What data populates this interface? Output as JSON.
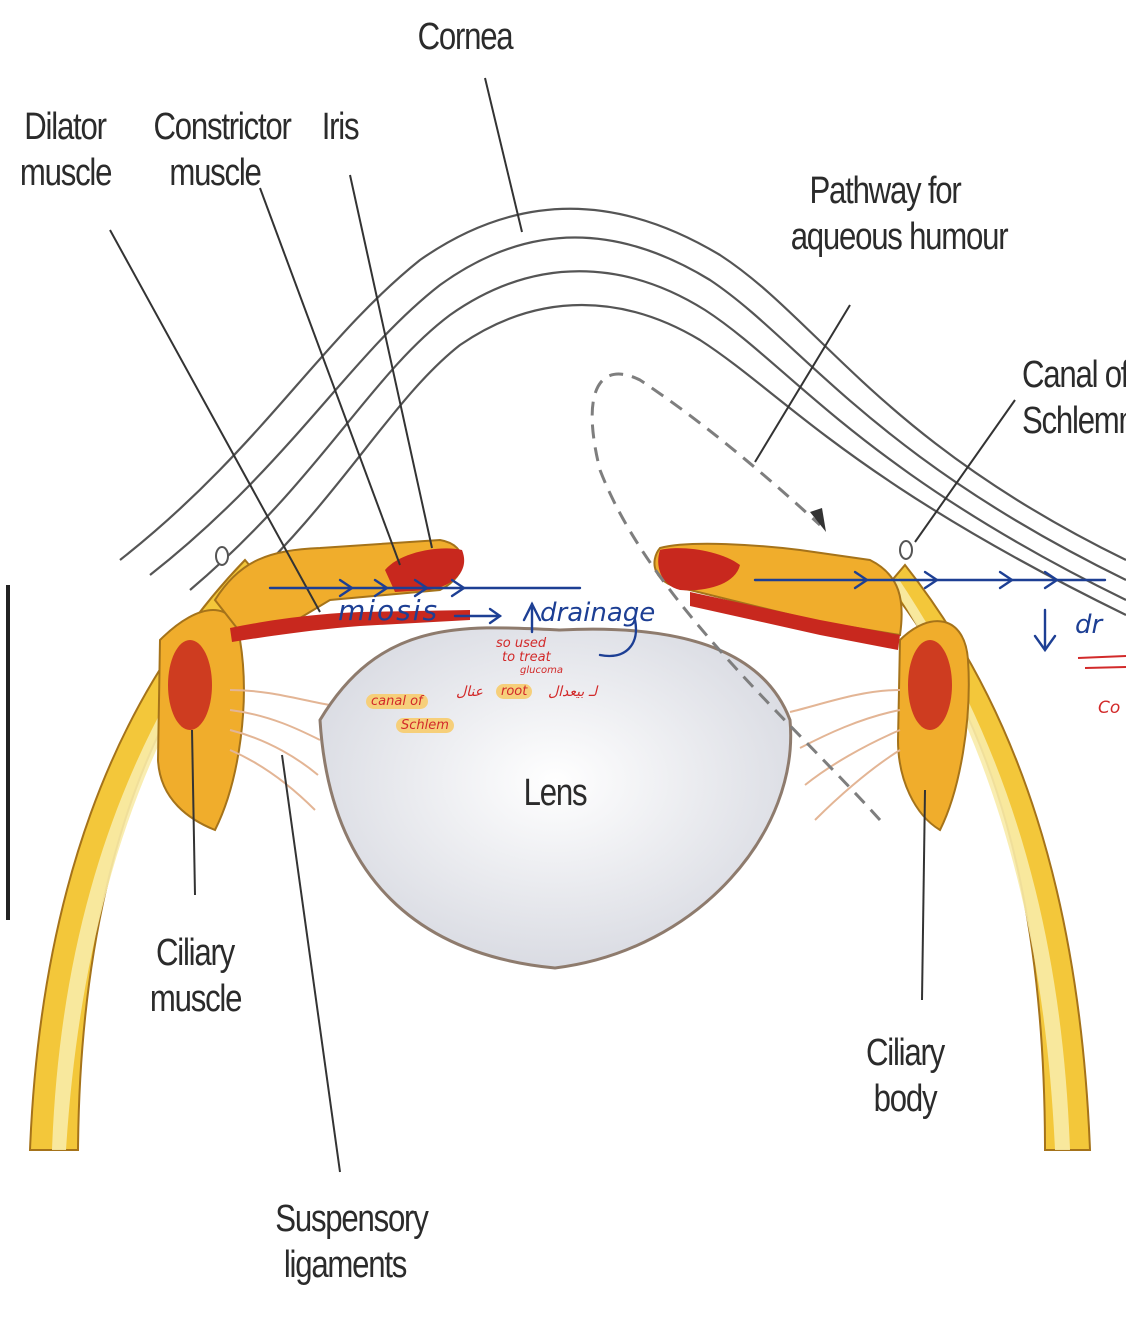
{
  "labels": {
    "cornea": "Cornea",
    "dilator": [
      "Dilator",
      "muscle"
    ],
    "constrictor": [
      "Constrictor",
      "muscle"
    ],
    "iris": "Iris",
    "pathway": [
      "Pathway for",
      "aqueous humour"
    ],
    "canal": [
      "Canal of",
      "Schlemm"
    ],
    "lens": "Lens",
    "ciliary_muscle": [
      "Ciliary",
      "muscle"
    ],
    "suspensory": [
      "Suspensory",
      "ligaments"
    ],
    "ciliary_body": [
      "Ciliary",
      "body"
    ]
  },
  "annotations": {
    "miosis": "miosis",
    "drainage": "drainage",
    "used_1": "so used",
    "used_2": "to treat",
    "used_3": "glucoma",
    "canal_1": "canal of",
    "canal_2": "Schlem",
    "arabic_a": "لـ بيعدال",
    "arabic_b": "عنال",
    "root": "root",
    "right_dr": "dr",
    "right_co": "Co"
  },
  "colors": {
    "sclera": "#f3c73a",
    "sclera_inner": "#f8eba8",
    "iris_body": "#f0ad2c",
    "muscle_red": "#c8281e",
    "ink_blue": "#1d3f94",
    "ink_red": "#d22a2a",
    "highlight": "#f6cf7a"
  }
}
